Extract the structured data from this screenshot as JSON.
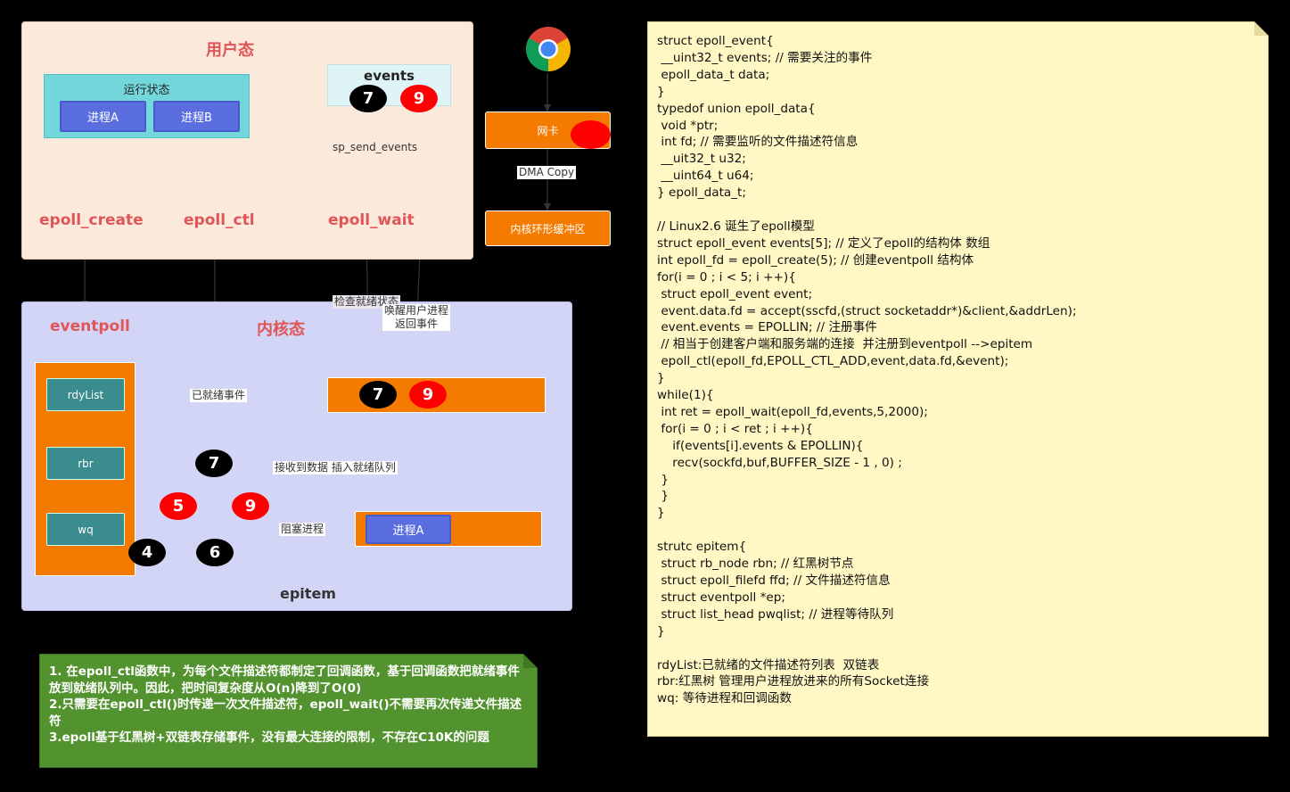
{
  "user_space": {
    "title": "用户态",
    "running_state_label": "运行状态",
    "process_a": "进程A",
    "process_b": "进程B",
    "events_label": "events",
    "events_values": [
      "7",
      "9"
    ],
    "sp_send_events": "sp_send_events",
    "epoll_create": "epoll_create",
    "epoll_ctl": "epoll_ctl",
    "epoll_wait": "epoll_wait"
  },
  "network": {
    "nic_label": "网卡",
    "dma_copy": "DMA Copy",
    "ring_buffer": "内核环形缓冲区"
  },
  "kernel_space": {
    "title": "内核态",
    "eventpoll": "eventpoll",
    "rdylist": "rdyList",
    "rbr": "rbr",
    "wq": "wq",
    "ready_event_label": "已就绪事件",
    "ready_values": [
      "7",
      "9"
    ],
    "tree_nodes": [
      "7",
      "5",
      "9",
      "4",
      "6"
    ],
    "blocked_label": "阻塞进程",
    "blocked_process": "进程A",
    "recv_label": "接收到数据 插入就绪队列",
    "check_label": "检查就绪状态",
    "wake_label_1": "唤醒用户进程",
    "wake_label_2": "返回事件",
    "epitem": "epitem"
  },
  "code_lines": [
    "struct epoll_event{",
    " __uint32_t events; // 需要关注的事件",
    " epoll_data_t data;",
    "}",
    "typedof union epoll_data{",
    " void *ptr;",
    " int fd; // 需要监听的文件描述符信息",
    " __uit32_t u32;",
    " __uint64_t u64;",
    "} epoll_data_t;",
    "",
    "// Linux2.6 诞生了epoll模型",
    "struct epoll_event events[5]; // 定义了epoll的结构体 数组",
    "int epoll_fd = epoll_create(5); // 创建eventpoll 结构体",
    "for(i = 0 ; i < 5; i ++){",
    " struct epoll_event event;",
    " event.data.fd = accept(sscfd,(struct socketaddr*)&client,&addrLen);",
    " event.events = EPOLLIN; // 注册事件",
    " // 相当于创建客户端和服务端的连接  并注册到eventpoll -->epitem",
    " epoll_ctl(epoll_fd,EPOLL_CTL_ADD,event,data.fd,&event);",
    "}",
    "while(1){",
    " int ret = epoll_wait(epoll_fd,events,5,2000);",
    " for(i = 0 ; i < ret ; i ++){",
    "    if(events[i].events & EPOLLIN){",
    "    recv(sockfd,buf,BUFFER_SIZE - 1 , 0) ;",
    " }",
    " }",
    "}",
    "",
    "strutc epitem{",
    " struct rb_node rbn; // 红黑树节点",
    " struct epoll_filefd ffd; // 文件描述符信息",
    " struct eventpoll *ep;",
    " struct list_head pwqlist; // 进程等待队列",
    "}",
    "",
    "rdyList:已就绪的文件描述符列表  双链表",
    "rbr:红黑树 管理用户进程放进来的所有Socket连接",
    "wq: 等待进程和回调函数"
  ],
  "notes": [
    "1. 在epoll_ctl函数中，为每个文件描述符都制定了回调函数，基于回调函数把就绪事件放到就绪队列中。因此，把时间复杂度从O(n)降到了O(0)",
    "2.只需要在epoll_ctl()时传递一次文件描述符，epoll_wait()不需要再次传递文件描述符",
    "3.epoll基于红黑树+双链表存储事件，没有最大连接的限制，不存在C10K的问题"
  ]
}
